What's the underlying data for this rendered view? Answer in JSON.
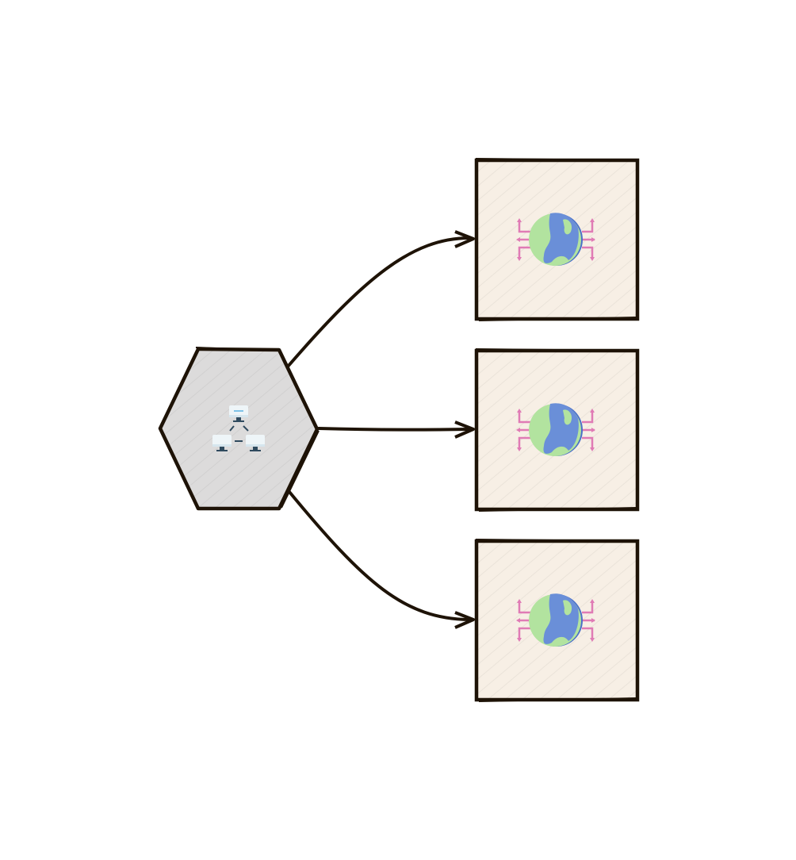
{
  "colors": {
    "stroke": "#1e1307",
    "hub_fill": "#dcdbdb",
    "box_fill": "#f7efe5",
    "globe_land": "#b2e39f",
    "globe_water": "#6a8fd8",
    "globe_edge": "#4a6fc8",
    "circuit": "#e07bb5",
    "monitor": "#eef5f8",
    "monitor_stand": "#2f4a5e"
  },
  "diagram": {
    "hub": {
      "shape": "hexagon",
      "icon": "network-computers-icon"
    },
    "targets": [
      {
        "shape": "rectangle",
        "icon": "globe-network-icon"
      },
      {
        "shape": "rectangle",
        "icon": "globe-network-icon"
      },
      {
        "shape": "rectangle",
        "icon": "globe-network-icon"
      }
    ],
    "edges": [
      {
        "from": "hub",
        "to": 0
      },
      {
        "from": "hub",
        "to": 1
      },
      {
        "from": "hub",
        "to": 2
      }
    ]
  }
}
